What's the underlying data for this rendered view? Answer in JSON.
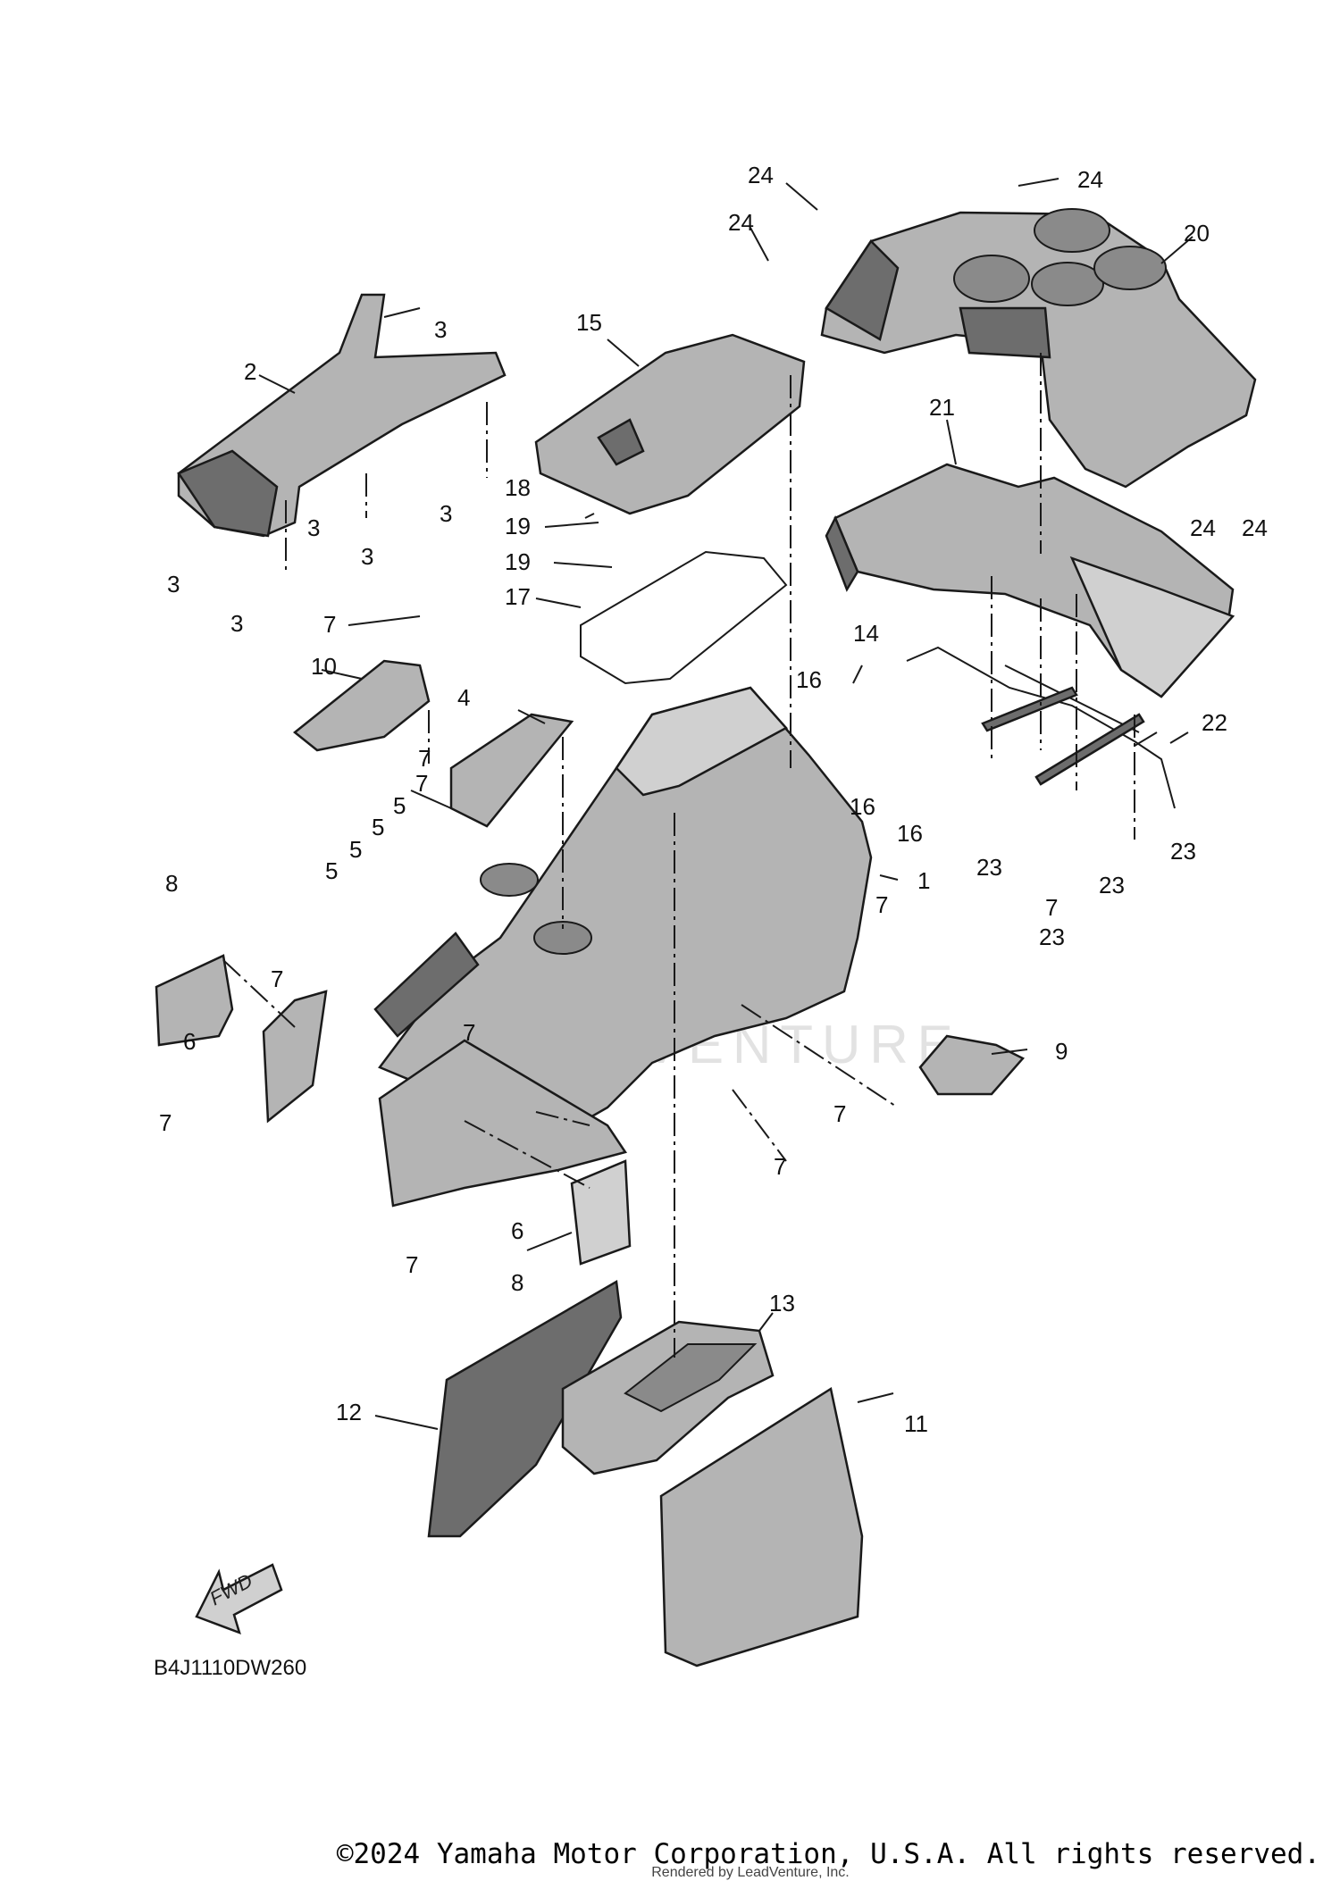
{
  "diagram_code": "B4J1110DW260",
  "fwd_label": "FWD",
  "watermark_text": "VENTURE",
  "copyright": "©2024 Yamaha Motor Corporation, U.S.A. All rights reserved.",
  "rendered_by": "Rendered by LeadVenture, Inc.",
  "callouts": [
    "1",
    "2",
    "3",
    "3",
    "3",
    "3",
    "3",
    "3",
    "4",
    "5",
    "5",
    "5",
    "5",
    "6",
    "6",
    "7",
    "7",
    "7",
    "7",
    "7",
    "7",
    "7",
    "7",
    "7",
    "7",
    "7",
    "8",
    "8",
    "9",
    "10",
    "11",
    "12",
    "13",
    "14",
    "15",
    "16",
    "16",
    "16",
    "17",
    "18",
    "19",
    "19",
    "20",
    "21",
    "22",
    "23",
    "23",
    "23",
    "23",
    "24",
    "24",
    "24",
    "24",
    "24"
  ]
}
